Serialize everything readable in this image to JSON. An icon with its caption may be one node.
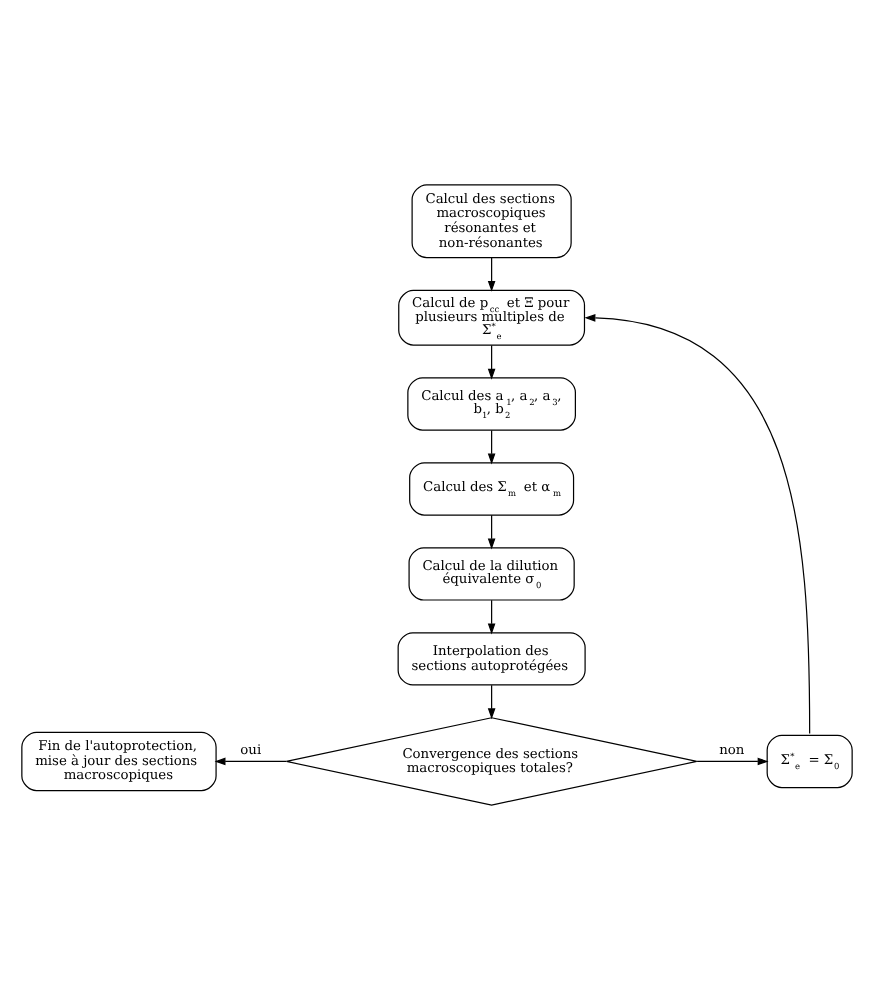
{
  "diagram": {
    "nodes": [
      {
        "text": [
          "Calcul des sections macroscopiques résonantes et non-résonantes"
        ]
      },
      {
        "text": [
          "Calcul de p$_{cc}$ et Ξ pour plusieurs multiples de Σ$^{*}$$_{e}$"
        ]
      },
      {
        "text": [
          "Calcul des a$_{1}$, a$_{2}$, a$_{3}$, b$_{1}$, b$_{2}$"
        ]
      },
      {
        "text": [
          "Calcul des Σ$_{m}$ et α$_{m}$"
        ]
      },
      {
        "text": [
          "Calcul de la dilution équivalente σ$_{0}$"
        ]
      },
      {
        "text": [
          "Interpolation des sections autoprotégées"
        ]
      },
      {
        "text": [
          "Convergence des sections macroscopiques totales?"
        ]
      },
      {
        "text": [
          "Fin de l'autoprotection, mise à jour des sections macroscopiques"
        ]
      },
      {
        "text": [
          "Σ$^{*}$$_{e}$ = Σ$_{0}$"
        ]
      }
    ],
    "edges": [
      {
        "from": 0,
        "to": 1,
        "arrow": "to"
      },
      {
        "from": 1,
        "to": 2,
        "arrow": "to"
      },
      {
        "from": 2,
        "to": 3,
        "arrow": "to"
      },
      {
        "from": 3,
        "to": 4,
        "arrow": "to"
      },
      {
        "from": 4,
        "to": 5,
        "arrow": "to"
      },
      {
        "from": 5,
        "to": 6,
        "arrow": "to"
      },
      {
        "from": 6,
        "to": 7,
        "arrow": "to",
        "label": "oui"
      },
      {
        "from": 6,
        "to": 8,
        "arrow": "to",
        "label": "non"
      },
      {
        "from": 8,
        "to": 1,
        "arrow": "to"
      }
    ]
  }
}
